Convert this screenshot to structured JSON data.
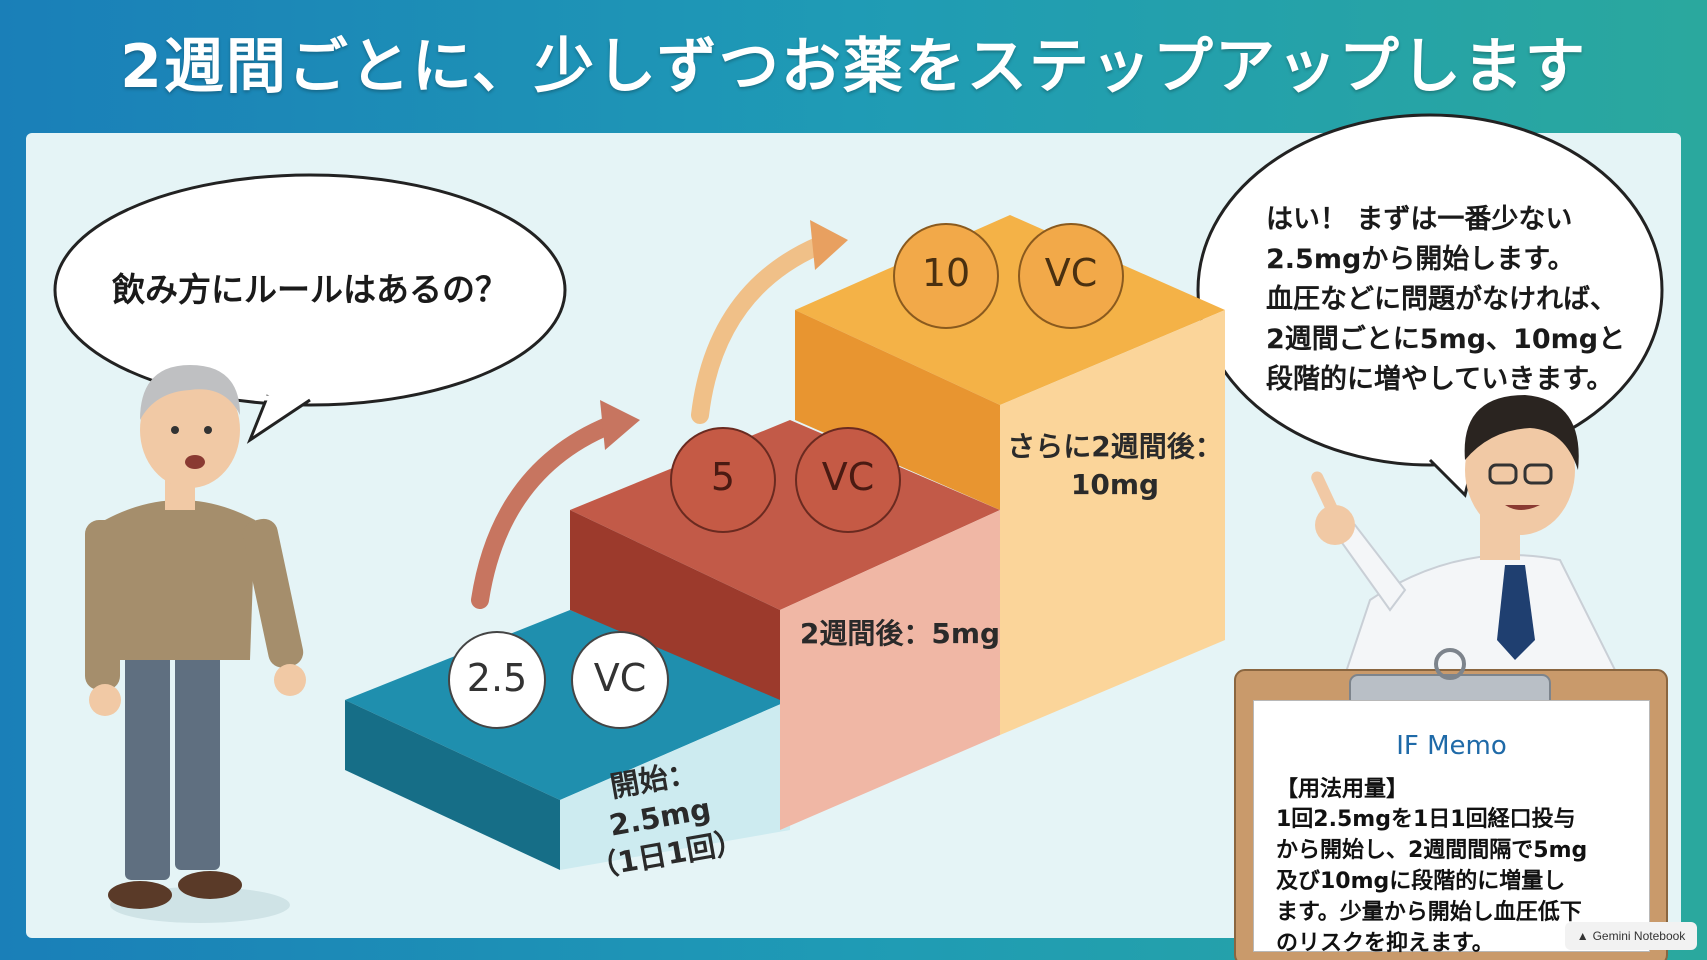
{
  "title": "2週間ごとに、少しずつお薬をステップアップします",
  "question_bubble": "飲み方にルールはあるの？",
  "answer_bubble": {
    "lines": [
      "はい！ まずは一番少ない",
      "2.5mgから開始します。",
      "血圧などに問題がなければ、",
      "2週間ごとに5mg、10mgと",
      "段階的に増やしていきます。"
    ]
  },
  "steps": [
    {
      "pill_dose": "2.5",
      "pill_mark": "VC",
      "label_line1": "開始：2.5mg",
      "label_line2": "（1日1回）"
    },
    {
      "pill_dose": "5",
      "pill_mark": "VC",
      "label_line1": "2週間後：5mg"
    },
    {
      "pill_dose": "10",
      "pill_mark": "VC",
      "label_line1": "さらに2週間後：",
      "label_line2": "10mg"
    }
  ],
  "memo": {
    "title": "IF Memo",
    "heading": "【用法用量】",
    "body": [
      "1回2.5mgを1日1回経口投与",
      "から開始し、2週間間隔で5mg",
      "及び10mgに段階的に増量し",
      "ます。少量から開始し血圧低下",
      "のリスクを抑えます。"
    ]
  },
  "badge": "Gemini Notebook",
  "colors": {
    "step1": "#1b8aa6",
    "step2": "#b84a3a",
    "step3": "#f0a640",
    "panel": "#e5f4f6"
  }
}
